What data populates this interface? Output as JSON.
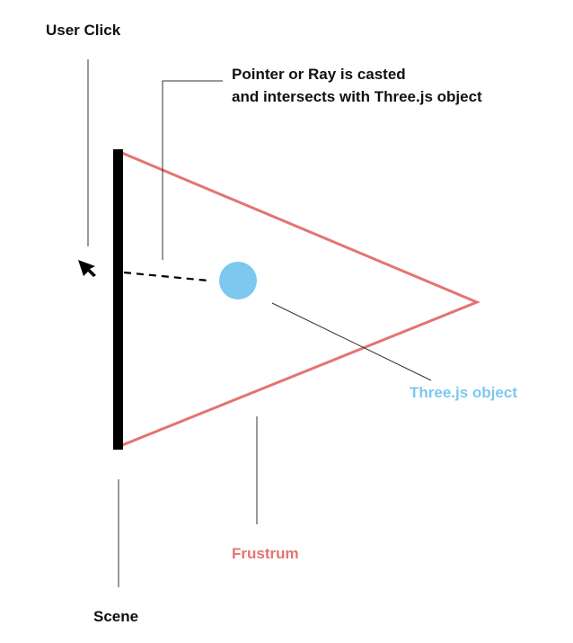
{
  "labels": {
    "user_click": "User Click",
    "pointer_line1": "Pointer or Ray is casted",
    "pointer_line2": "and intersects with Three.js object",
    "threejs_object": "Three.js object",
    "frustrum": "Frustrum",
    "scene": "Scene"
  },
  "colors": {
    "frustum": "#e57373",
    "object": "#7cc8ef",
    "scene_bar": "#000000",
    "text": "#111111",
    "leader_line": "#333333"
  },
  "icons": {
    "cursor": "arrow-cursor-icon"
  }
}
